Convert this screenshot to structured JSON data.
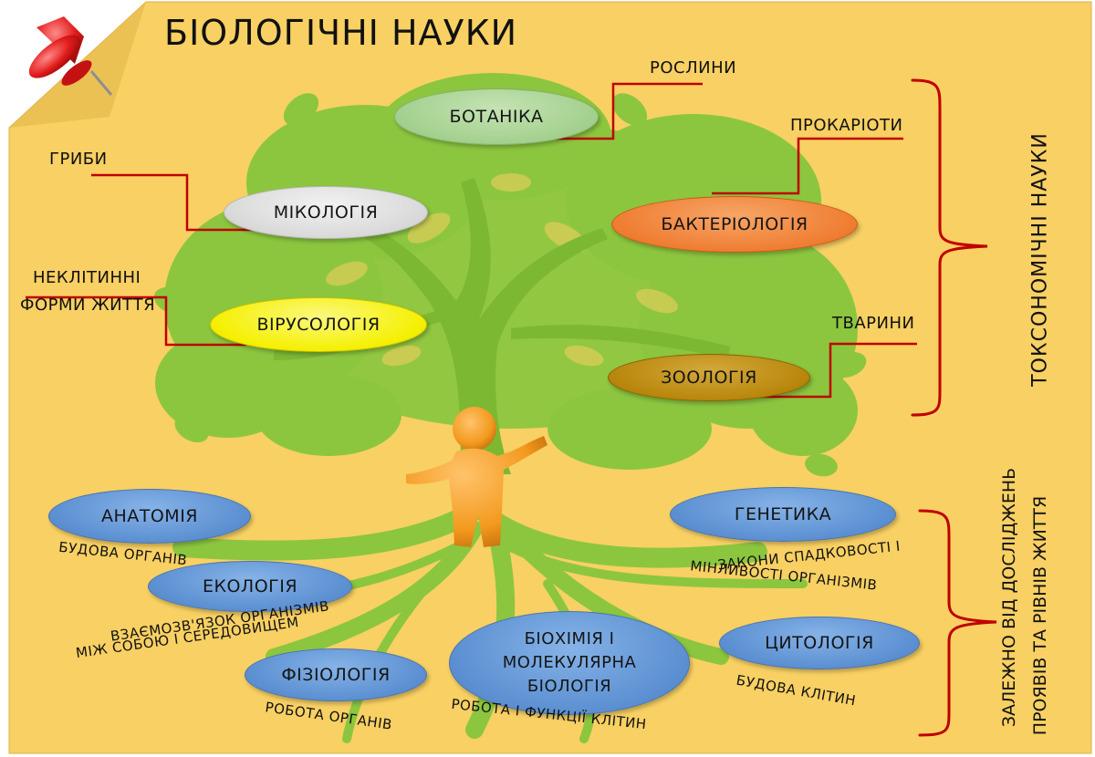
{
  "title": "БІОЛОГІЧНІ НАУКИ",
  "taxonomic": {
    "brace_label": "ТОКСОНОМІЧНІ   НАУКИ",
    "botany": {
      "name": "БОТАНІКА",
      "object": "РОСЛИНИ"
    },
    "mycology": {
      "name": "МІКОЛОГІЯ",
      "object": "ГРИБИ"
    },
    "bacteriology": {
      "name": "БАКТЕРІОЛОГІЯ",
      "object": "ПРОКАРІОТИ"
    },
    "virology": {
      "name": "ВІРУСОЛОГІЯ",
      "object_line1": "НЕКЛІТИННІ",
      "object_line2": "ФОРМИ ЖИТТЯ"
    },
    "zoology": {
      "name": "ЗООЛОГІЯ",
      "object": "ТВАРИНИ"
    }
  },
  "levels": {
    "brace_label_line1": "ЗАЛЕЖНО ВІД ДОСЛІДЖЕНЬ",
    "brace_label_line2": "ПРОЯВІВ ТА РІВНІВ ЖИТТЯ",
    "anatomy": {
      "name": "АНАТОМІЯ",
      "desc": "БУДОВА ОРГАНІВ"
    },
    "ecology": {
      "name": "ЕКОЛОГІЯ",
      "desc_line1": "ВЗАЄМОЗВ'ЯЗОК ОРГАНІЗМІВ",
      "desc_line2": "МІЖ СОБОЮ І СЕРЕДОВИЩЕМ"
    },
    "physiology": {
      "name": "ФІЗІОЛОГІЯ",
      "desc": "РОБОТА ОРГАНІВ"
    },
    "biochemistry": {
      "name_line1": "БІОХІМІЯ І",
      "name_line2": "МОЛЕКУЛЯРНА",
      "name_line3": "БІОЛОГІЯ",
      "desc": "РОБОТА І ФУНКЦІЇ КЛІТИН"
    },
    "genetics": {
      "name": "ГЕНЕТИКА",
      "desc_line1": "ЗАКОНИ СПАДКОВОСТІ І",
      "desc_line2": "МІНЛИВОСТІ ОРГАНІЗМІВ"
    },
    "cytology": {
      "name": "ЦИТОЛОГІЯ",
      "desc": "БУДОВА КЛІТИН"
    }
  },
  "colors": {
    "paper": "#f8d063",
    "tree": "#8cc63f",
    "leader_line": "#c00000",
    "botany_oval": "#a3d08e",
    "mycology_oval": "#d9d9d9",
    "bacteriology_oval": "#ef7d32",
    "virology_oval": "#f5f000",
    "zoology_oval": "#b8860b",
    "level_oval": "#5b8fd1"
  },
  "icons": [
    "pushpin-icon",
    "person-figure-icon"
  ]
}
